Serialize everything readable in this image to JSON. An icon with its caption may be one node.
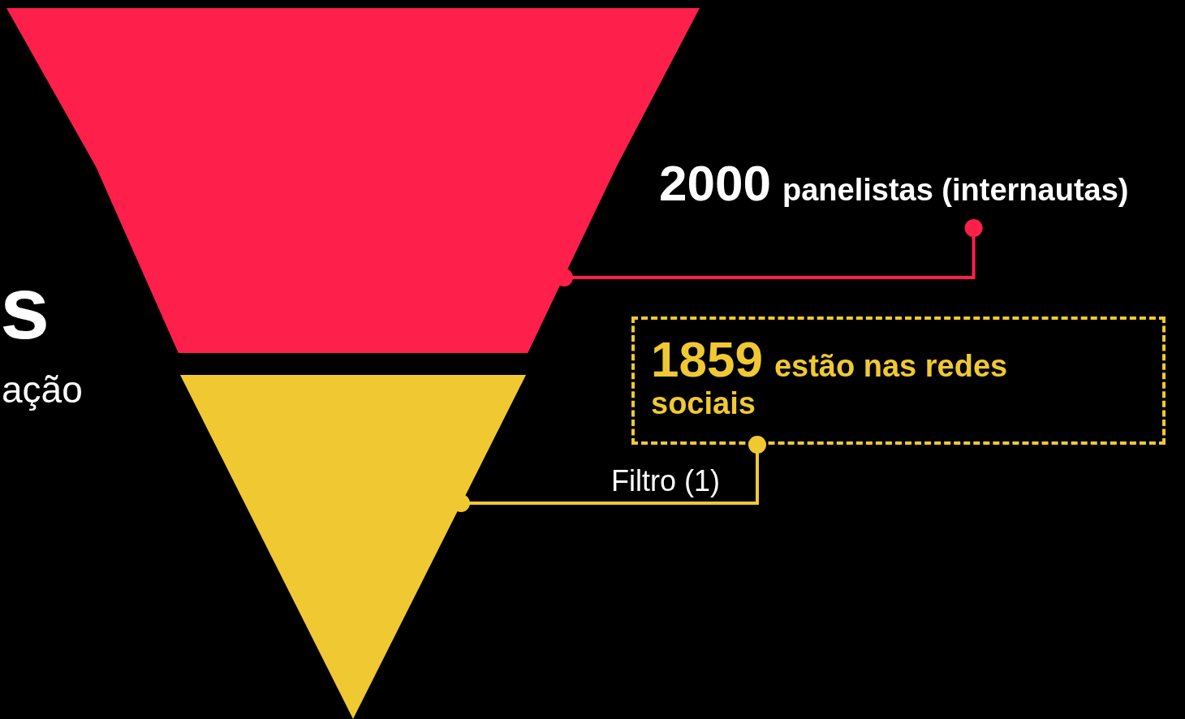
{
  "diagram": {
    "nodes": [
      {
        "text": [],
        "shape": "trapezoid"
      },
      {
        "text": [],
        "shape": "triangle"
      },
      {
        "text": [
          "2000",
          "panelistas (internautas)"
        ]
      },
      {
        "text": [
          "1859",
          "estão nas redes sociais"
        ]
      }
    ],
    "edges": [
      {
        "from": 2,
        "to": 0,
        "arrow": "other",
        "color": "#ff1f4b"
      },
      {
        "from": 3,
        "to": 1,
        "arrow": "other",
        "label": "Filtro (1)",
        "color": "#f0c832"
      }
    ],
    "labels": [
      "s",
      "ação"
    ]
  }
}
